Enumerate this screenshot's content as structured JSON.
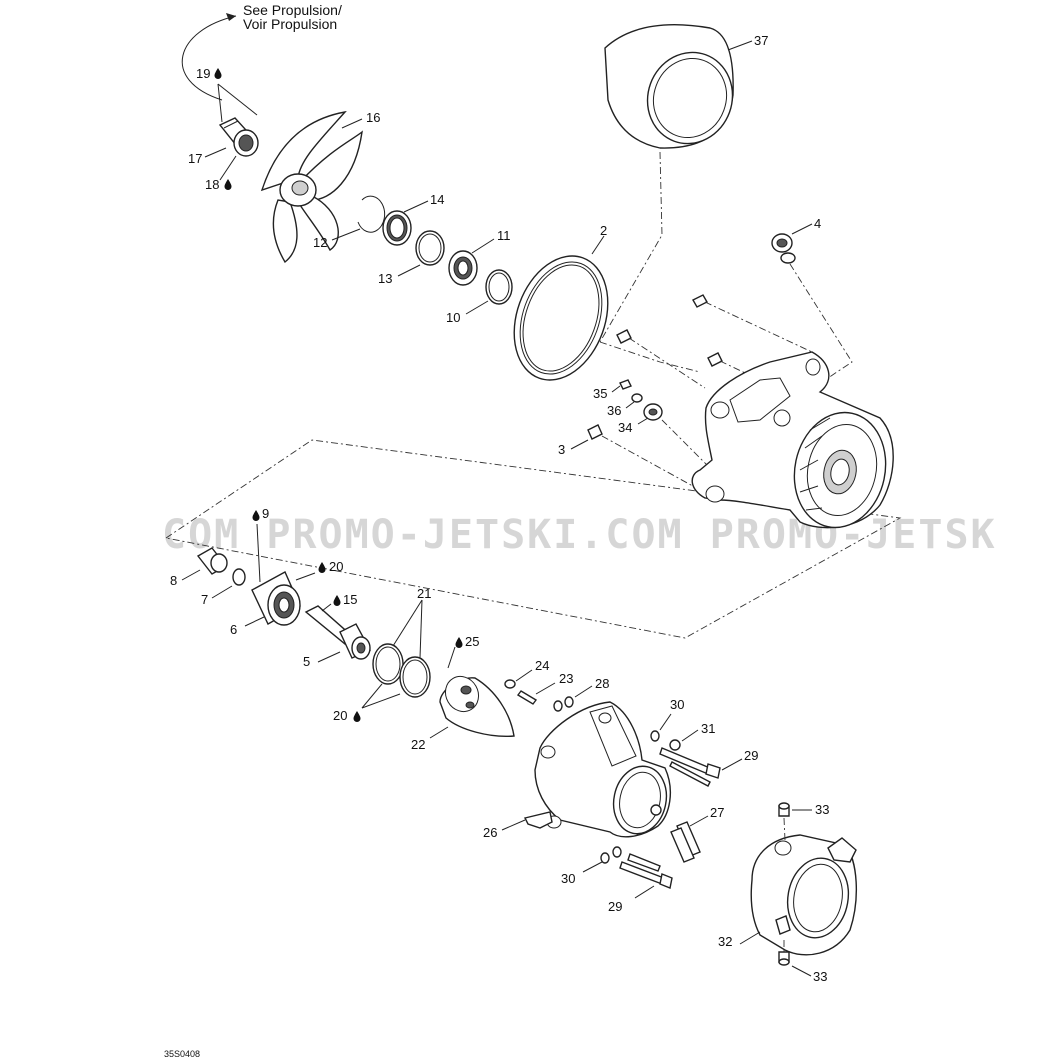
{
  "labels": {
    "see_propulsion": "See Propulsion/",
    "voir_propulsion": "Voir Propulsion",
    "drawing_code": "35S0408"
  },
  "watermarks": [
    "COM  PROMO-JETSKI.COM  PROMO-JETSK"
  ],
  "drop_icon": "oil-drop-icon",
  "parts": {
    "p2": "2",
    "p3": "3",
    "p4": "4",
    "p5": "5",
    "p6": "6",
    "p7": "7",
    "p8": "8",
    "p9": "9",
    "p10": "10",
    "p11": "11",
    "p12": "12",
    "p13": "13",
    "p14": "14",
    "p15": "15",
    "p16": "16",
    "p17": "17",
    "p18": "18",
    "p19": "19",
    "p20a": "20",
    "p20b": "20",
    "p21": "21",
    "p22": "22",
    "p23": "23",
    "p24": "24",
    "p25": "25",
    "p26": "26",
    "p27": "27",
    "p28": "28",
    "p29a": "29",
    "p29b": "29",
    "p30a": "30",
    "p30b": "30",
    "p31": "31",
    "p32": "32",
    "p33a": "33",
    "p33b": "33",
    "p34": "34",
    "p35": "35",
    "p36": "36",
    "p37": "37"
  }
}
